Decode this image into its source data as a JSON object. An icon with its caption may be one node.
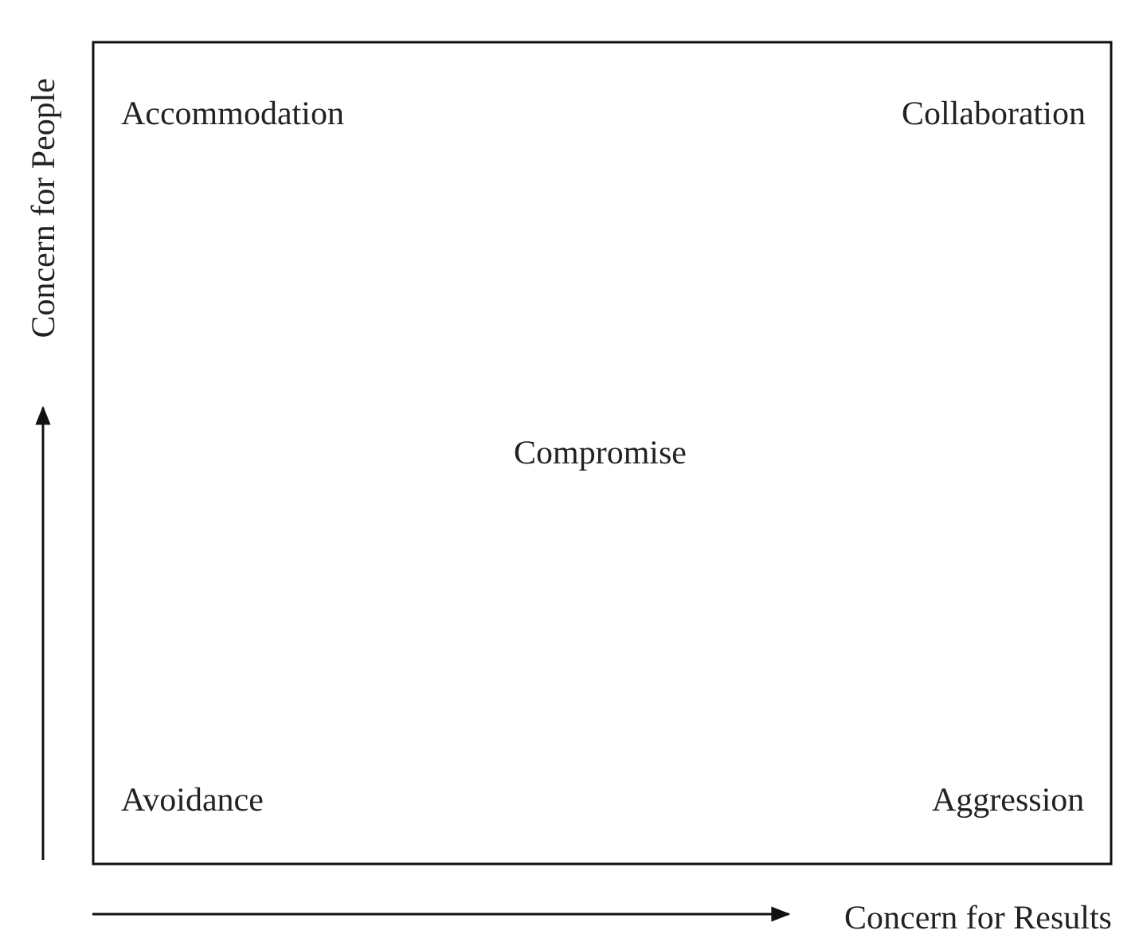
{
  "diagram": {
    "labels": [
      "Concern for People",
      "Accommodation",
      "Collaboration",
      "Compromise",
      "Avoidance",
      "Aggression",
      "Concern for Results"
    ]
  }
}
